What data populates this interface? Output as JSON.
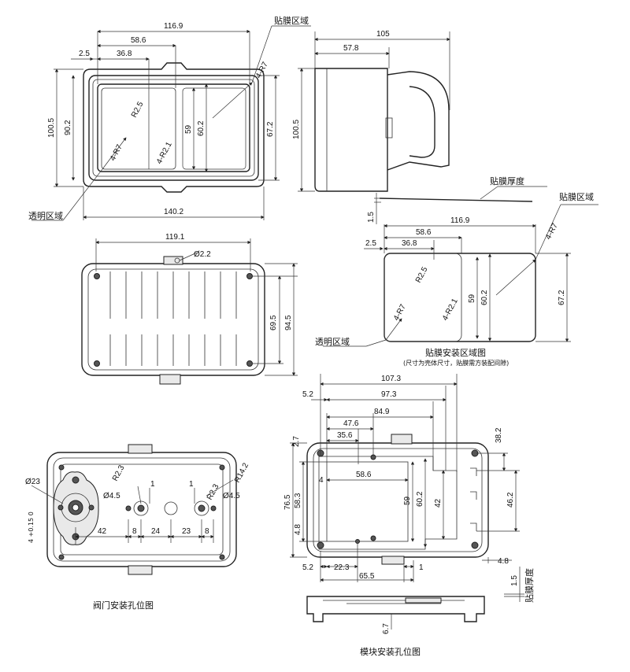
{
  "labels": {
    "film_area": "贴膜区域",
    "transparent_area": "透明区域",
    "film_thickness": "贴膜厚度",
    "film_install_title": "贴膜安装区域图",
    "film_install_note": "(尺寸为壳体尺寸，贴膜需方装配间隙)",
    "valve_title": "阀门安装孔位图",
    "module_title": "模块安装孔位图"
  },
  "front": {
    "w": "116.9",
    "w2": "58.6",
    "w3": "36.8",
    "w4": "2.5",
    "r_outer": "4-R7",
    "r_inner": "R2.5",
    "r_inner2": "4-R2.1",
    "r_inner3": "4-R7",
    "h1": "100.5",
    "h2": "90.2",
    "h3": "59",
    "h4": "60.2",
    "h5": "67.2",
    "bottom": "140.2"
  },
  "side": {
    "w": "105",
    "w2": "57.8",
    "h": "100.5"
  },
  "film": {
    "thick": "1.5",
    "w": "116.9",
    "w2": "58.6",
    "w3": "36.8",
    "w4": "2.5",
    "r1": "4-R7",
    "r2": "R2.5",
    "r3": "4-R7",
    "r4": "4-R2.1",
    "h1": "59",
    "h2": "60.2",
    "h3": "67.2"
  },
  "back": {
    "w": "119.1",
    "hole": "Ø2.2",
    "h1": "69.5",
    "h2": "94.5"
  },
  "valve": {
    "d23": "Ø23",
    "r23a": "R2.3",
    "d45a": "Ø4.5",
    "one_a": "1",
    "one_b": "1",
    "r23b": "R2.3",
    "r142": "R14.2",
    "d45b": "Ø4.5",
    "tol": "4 +0.15 0",
    "d42": "42",
    "d8a": "8",
    "d24": "24",
    "d23b": "23",
    "d8b": "8"
  },
  "module": {
    "w1": "107.3",
    "w2": "97.3",
    "w3": "84.9",
    "w4": "47.6",
    "w5": "35.6",
    "w6": "5.2",
    "h1": "2.7",
    "h2": "76.5",
    "h3": "58.3",
    "h4": "4",
    "h5": "4.8",
    "inner": "58.6",
    "v59": "59",
    "v602": "60.2",
    "v42": "42",
    "r382": "38.2",
    "r462": "46.2",
    "b52": "5.2",
    "b223": "22.3",
    "b1": "1",
    "b655": "65.5",
    "b48": "4.8",
    "b15": "1.5",
    "b67": "6.7"
  }
}
